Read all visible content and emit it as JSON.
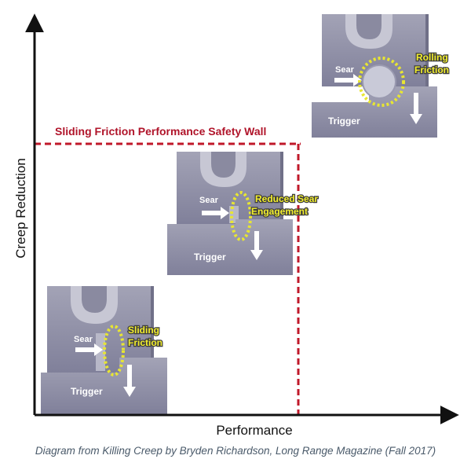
{
  "axes": {
    "x_label": "Performance",
    "y_label": "Creep Reduction"
  },
  "safety_wall_label": "Sliding Friction Performance Safety Wall",
  "panels": [
    {
      "sear": "Sear",
      "trigger": "Trigger",
      "callout_line1": "Sliding",
      "callout_line2": "Friction"
    },
    {
      "sear": "Sear",
      "trigger": "Trigger",
      "callout_line1": "Reduced Sear",
      "callout_line2": "Engagement"
    },
    {
      "sear": "Sear",
      "trigger": "Trigger",
      "callout_line1": "Rolling",
      "callout_line2": "Friction"
    }
  ],
  "caption": "Diagram from Killing Creep by Bryden Richardson, Long Range Magazine (Fall 2017)",
  "colors": {
    "axis": "#111111",
    "safety_wall": "#c0182a",
    "metal": "#8e8ea3",
    "metal_light": "#b9b9c8",
    "callout_text": "#f2ee2e",
    "callout_ring": "#e8e632"
  }
}
